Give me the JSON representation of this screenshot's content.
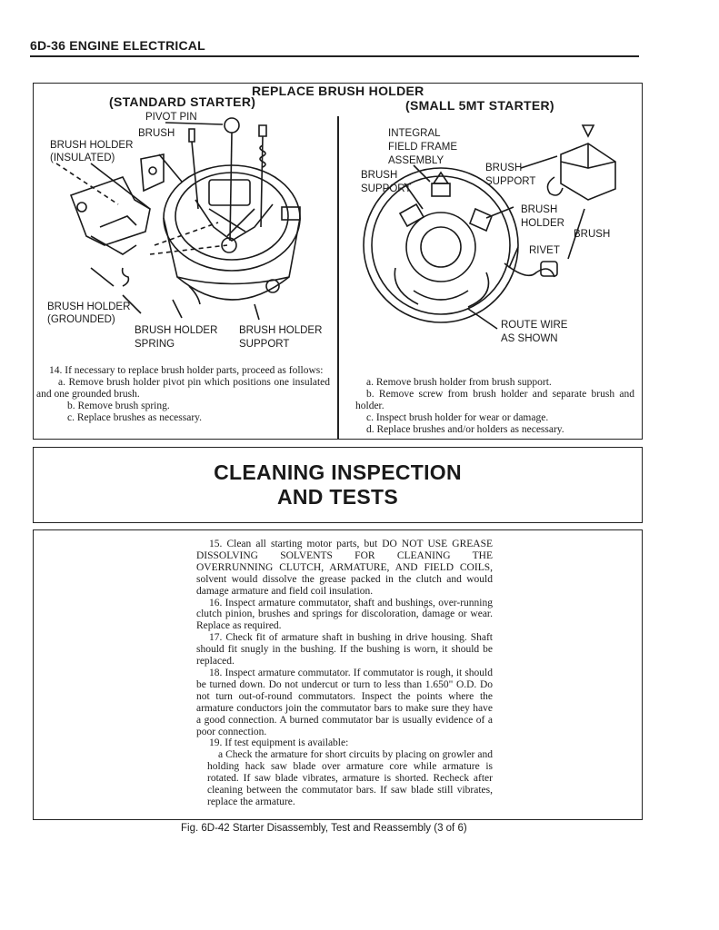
{
  "header": {
    "section": "6D-36 ENGINE ELECTRICAL"
  },
  "figure": {
    "title": "REPLACE BRUSH HOLDER",
    "left": {
      "subtitle": "(STANDARD STARTER)",
      "labels": {
        "pivot_pin": "PIVOT PIN",
        "brush": "BRUSH",
        "brush_holder_insulated_1": "BRUSH HOLDER",
        "brush_holder_insulated_2": "(INSULATED)",
        "brush_holder_grounded_1": "BRUSH HOLDER",
        "brush_holder_grounded_2": "(GROUNDED)",
        "brush_holder_spring_1": "BRUSH HOLDER",
        "brush_holder_spring_2": "SPRING",
        "brush_holder_support_1": "BRUSH HOLDER",
        "brush_holder_support_2": "SUPPORT"
      }
    },
    "right": {
      "subtitle": "(SMALL 5MT STARTER)",
      "labels": {
        "integral_1": "INTEGRAL",
        "integral_2": "FIELD FRAME",
        "integral_3": "ASSEMBLY",
        "brush_support_left_1": "BRUSH",
        "brush_support_left_2": "SUPPORT",
        "brush_support_right_1": "BRUSH",
        "brush_support_right_2": "SUPPORT",
        "brush_holder_1": "BRUSH",
        "brush_holder_2": "HOLDER",
        "brush": "BRUSH",
        "rivet": "RIVET",
        "route_wire_1": "ROUTE WIRE",
        "route_wire_2": "AS SHOWN"
      }
    },
    "left_text": {
      "p14": "14. If necessary to replace brush holder parts, proceed as follows:",
      "a": "a. Remove brush holder pivot pin which positions one insulated and one grounded brush.",
      "b": "b. Remove brush spring.",
      "c": "c. Replace brushes as necessary."
    },
    "right_text": {
      "a": "a. Remove brush holder from brush support.",
      "b": "b. Remove screw from brush holder and separate brush and holder.",
      "c": "c. Inspect brush holder for wear or damage.",
      "d": "d. Replace brushes and/or holders as necessary."
    }
  },
  "section_heading": {
    "line1": "CLEANING INSPECTION",
    "line2": "AND TESTS"
  },
  "cleaning": {
    "p15": "15. Clean all starting motor parts, but DO NOT USE GREASE DISSOLVING SOLVENTS FOR CLEANING THE OVERRUNNING CLUTCH, ARMATURE, AND FIELD COILS, solvent would dissolve the grease packed in the clutch and would damage armature and field coil insulation.",
    "p16": "16. Inspect armature commutator, shaft and bushings, over-running clutch pinion, brushes and springs for discoloration, damage or wear. Replace as required.",
    "p17": "17. Check fit of armature shaft in bushing in drive housing. Shaft should fit snugly in the bushing. If the bushing is worn, it should be replaced.",
    "p18": "18. Inspect armature commutator. If commutator is rough, it should be turned down. Do not undercut or turn to less than 1.650\" O.D. Do not turn out-of-round commutators. Inspect the points where the armature conductors join the commutator bars to make sure they have a good connection. A burned commutator bar is usually evidence of a poor connection.",
    "p19": "19. If test equipment is available:",
    "p19a": "a Check the armature for short circuits by placing on growler and holding hack saw blade over armature core while armature is rotated. If saw blade vibrates, armature is shorted. Recheck after cleaning between the commutator bars. If saw blade still vibrates, replace the armature."
  },
  "caption": "Fig. 6D-42 Starter Disassembly, Test and Reassembly (3 of 6)"
}
